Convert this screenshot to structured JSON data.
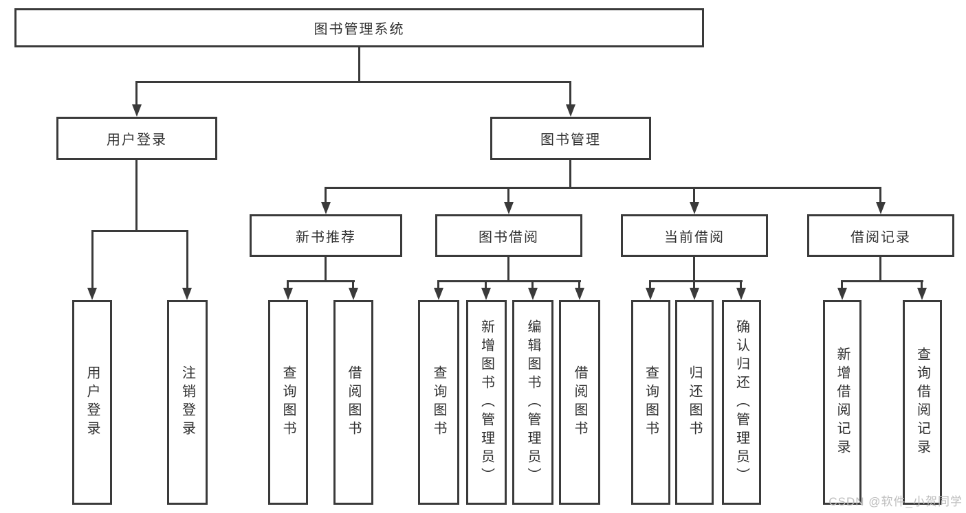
{
  "nodes": {
    "root": {
      "label": "图书管理系统"
    },
    "level1": [
      {
        "label": "用户登录"
      },
      {
        "label": "图书管理"
      }
    ],
    "level2": [
      {
        "label": "新书推荐"
      },
      {
        "label": "图书借阅"
      },
      {
        "label": "当前借阅"
      },
      {
        "label": "借阅记录"
      }
    ],
    "leaves": {
      "user_login": [
        "用户登录",
        "注销登录"
      ],
      "new_book": [
        "查询图书",
        "借阅图书"
      ],
      "book_borrow": [
        "查询图书",
        "新增图书（管理员）",
        "编辑图书（管理员）",
        "借阅图书"
      ],
      "current_borrow": [
        "查询图书",
        "归还图书",
        "确认归还（管理员）"
      ],
      "borrow_record": [
        "新增借阅记录",
        "查询借阅记录"
      ]
    }
  },
  "watermark": {
    "text": "CSDN @软件_小贺同学"
  },
  "colors": {
    "line": "#3a3a3a",
    "text": "#303030",
    "background": "#ffffff",
    "watermark": "#bdbdbd"
  }
}
